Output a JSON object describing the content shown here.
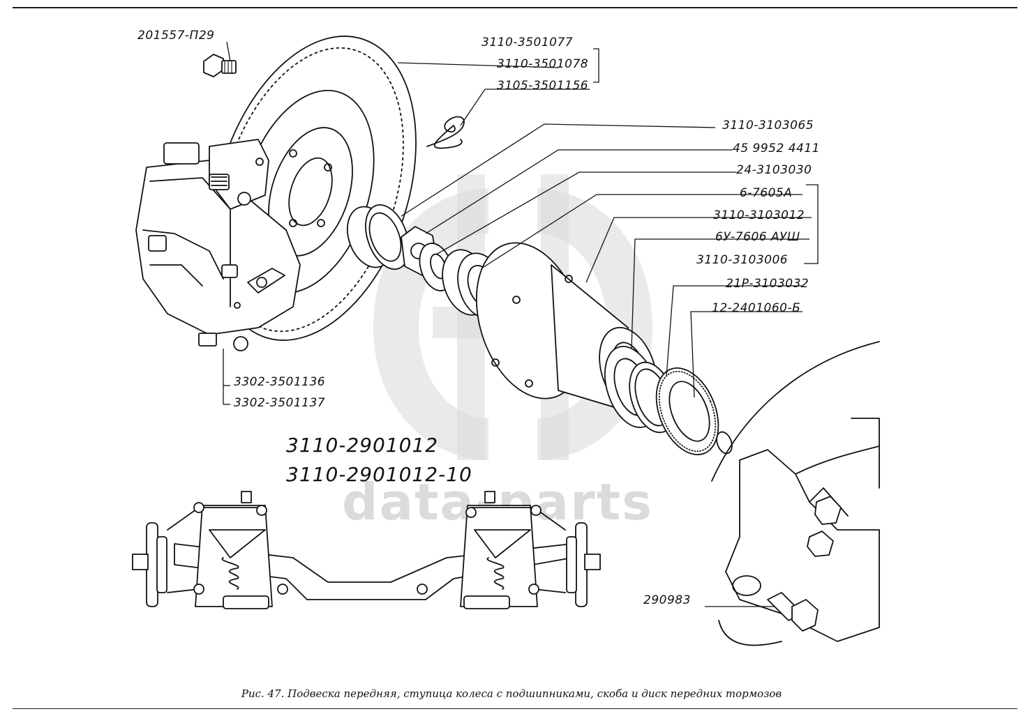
{
  "watermark": "data-parts",
  "labels": {
    "bolt_top": "201557-П29",
    "disc_1": "3110-3501077",
    "disc_2": "3110-3501078",
    "spring_clip": "3105-3501156",
    "cap": "3110-3103065",
    "nut": "45 9952 4411",
    "washer": "24-3103030",
    "bearing_outer": "6-7605А",
    "hub": "3110-3103012",
    "bearing_inner": "6У-7606 АУШ",
    "hub_assy": "3110-3103006",
    "ring": "21Р-3103032",
    "seal": "12-2401060-Б",
    "caliper_1": "3302-3501136",
    "caliper_2": "3302-3501137",
    "suspension_1": "3110-2901012",
    "suspension_2": "3110-2901012-10",
    "bolt_knuckle": "290983"
  },
  "caption": "Рис. 47. Подвеска передняя, ступица колеса с подшипниками, скоба и диск передних тормозов"
}
